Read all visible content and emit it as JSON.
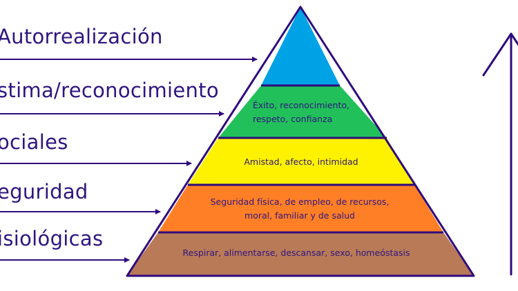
{
  "levels": [
    {
      "name": "Autorrealización",
      "description": "",
      "color": "#00a2e6"
    },
    {
      "name": "stima/reconocimiento",
      "description": "Éxito, reconocimiento,\nrespeto, confianza",
      "color": "#22c05a"
    },
    {
      "name": "ociales",
      "description": "Amistad, afecto, intimidad",
      "color": "#fff200"
    },
    {
      "name": "eguridad",
      "description": "Seguridad física, de empleo, de recursos,\nmoral, familiar y de salud",
      "color": "#ff7f27"
    },
    {
      "name": "isiológicas",
      "description": "Respirar, alimentarse, descansar, sexo, homeóstasis",
      "color": "#b97a57"
    }
  ],
  "stroke_color": "#2e0a7e"
}
